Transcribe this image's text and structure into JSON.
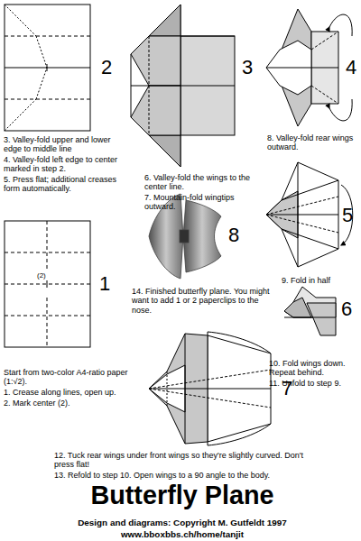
{
  "diagram": {
    "title": "Butterfly Plane",
    "labels": [
      "2",
      "3. Valley-fold upper and lower edge to middle line",
      "4. Valley-fold left edge to center marked in step 2.",
      "5. Press flat; additional creases form automatically.",
      "3",
      "6. Valley-fold the wings to the center line.",
      "7. Mountain-fold wingtips outward.",
      "4",
      "8. Valley-fold rear wings outward.",
      "(2)",
      "1",
      "8",
      "5",
      "9. Fold in half",
      "14. Finished butterfly plane. You might want to add 1 or 2 paperclips to the nose.",
      "6",
      "Start from two-color A4-ratio paper (1:√2).",
      "1. Crease along lines, open up.",
      "2. Mark center (2).",
      "10. Fold wings down. Repeat behind.",
      "11. Unfold to step 9.",
      "7",
      "12. Tuck rear wings under front wings so they're slightly curved. Don't press flat!",
      "13. Refold to step 10. Open wings to a 90 angle to the body.",
      "Design and diagrams: Copyright M. Gutfeldt 1997",
      "www.bboxbbs.ch/home/tanjit"
    ]
  }
}
